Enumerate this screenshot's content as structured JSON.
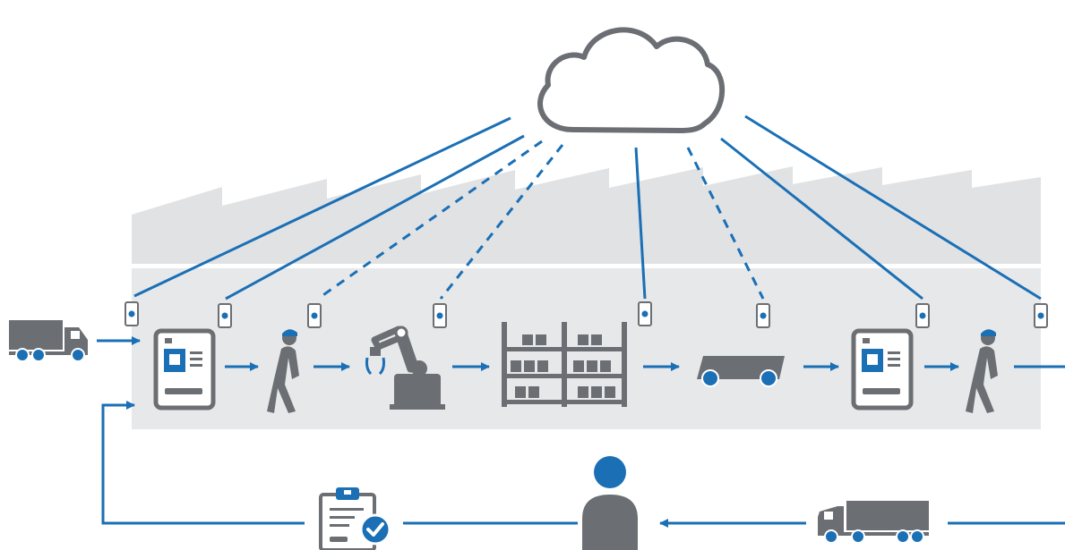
{
  "diagram": {
    "colors": {
      "accent": "#1a6fb5",
      "icon_gray": "#6b6e72",
      "factory_light": "#e6e7e9",
      "factory_roof": "#e0e1e3",
      "cloud_stroke": "#6b6e72",
      "white": "#ffffff"
    },
    "nodes": [
      "cloud-icon",
      "inbound-truck-icon",
      "terminal-icon",
      "worker-icon",
      "robot-arm-icon",
      "warehouse-shelf-icon",
      "agv-cart-icon",
      "terminal-icon",
      "worker-icon",
      "user-icon",
      "checklist-icon",
      "outbound-truck-icon",
      "sensor-icon"
    ],
    "sensor_links": [
      "solid",
      "solid",
      "dashed",
      "dashed",
      "solid",
      "dashed",
      "solid",
      "solid"
    ]
  }
}
